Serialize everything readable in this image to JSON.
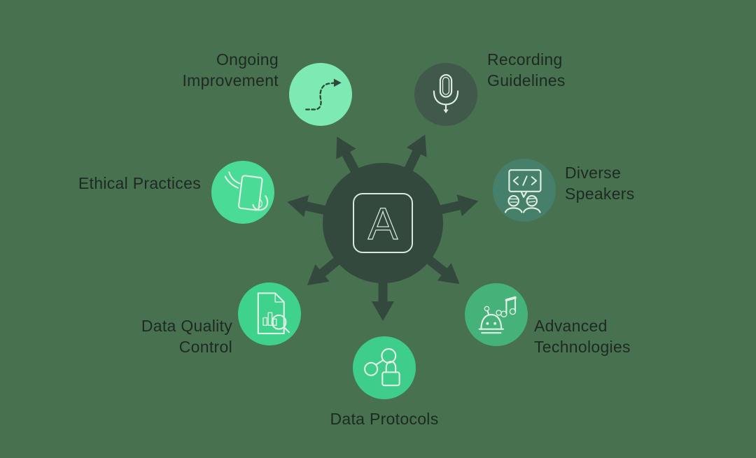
{
  "diagram": {
    "center": {
      "icon": "letter-a-icon",
      "letter": "A"
    },
    "nodes": [
      {
        "id": "ongoing-improvement",
        "label_lines": [
          "Ongoing",
          "Improvement"
        ],
        "icon": "dashed-path-arrow-icon",
        "color": "#7deab4"
      },
      {
        "id": "recording-guidelines",
        "label_lines": [
          "Recording",
          "Guidelines"
        ],
        "icon": "microphone-icon",
        "color": "#40594a"
      },
      {
        "id": "ethical-practices",
        "label_lines": [
          "Ethical Practices"
        ],
        "icon": "hands-holding-document-icon",
        "color": "#4adc96"
      },
      {
        "id": "diverse-speakers",
        "label_lines": [
          "Diverse",
          "Speakers"
        ],
        "icon": "code-speech-bubble-people-icon",
        "color": "#46806b"
      },
      {
        "id": "data-quality-control",
        "label_lines": [
          "Data Quality",
          "Control"
        ],
        "icon": "document-chart-magnifier-icon",
        "color": "#3ed28d"
      },
      {
        "id": "advanced-technologies",
        "label_lines": [
          "Advanced",
          "Technologies"
        ],
        "icon": "robot-music-notes-icon",
        "color": "#45b27a"
      },
      {
        "id": "data-protocols",
        "label_lines": [
          "Data Protocols"
        ],
        "icon": "network-nodes-lock-icon",
        "color": "#3fcd8b"
      }
    ],
    "colors": {
      "background": "#48714f",
      "hub": "#33493d",
      "hub_stroke": "#d9e8dc",
      "text": "#1d2a23",
      "icon_light": "#dfeee3",
      "icon_dark": "#2e4a39"
    }
  }
}
